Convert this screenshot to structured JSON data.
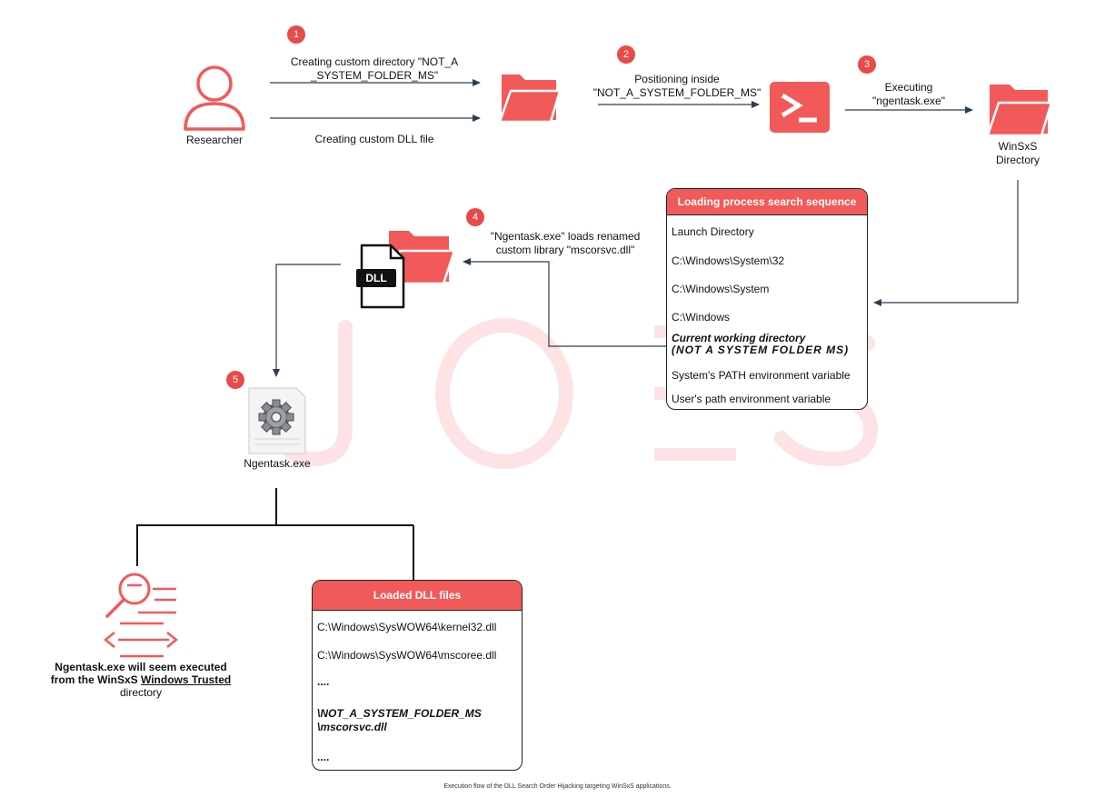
{
  "colors": {
    "accent": "#f25a5a",
    "badge": "#e84a4a",
    "line": "#2c3e50",
    "watermark": "#fde3e3"
  },
  "watermark": {
    "letters": [
      "J",
      "O",
      "E",
      "S"
    ]
  },
  "steps": [
    {
      "number": "1"
    },
    {
      "number": "2"
    },
    {
      "number": "3"
    },
    {
      "number": "4"
    },
    {
      "number": "5"
    }
  ],
  "researcher": {
    "label": "Researcher",
    "icon": "user-icon"
  },
  "step1": {
    "line1": "Creating custom directory \"NOT_A",
    "line2": "_SYSTEM_FOLDER_MS\"",
    "dll_label": "Creating custom DLL file"
  },
  "step2": {
    "line1": "Positioning inside",
    "line2": "\"NOT_A_SYSTEM_FOLDER_MS\""
  },
  "step3": {
    "line1": "Executing",
    "line2": "\"ngentask.exe\""
  },
  "winsxs": {
    "line1": "WinSxS",
    "line2": "Directory",
    "icon": "folder-icon"
  },
  "search_sequence": {
    "title": "Loading process search sequence",
    "rows": [
      "Launch Directory",
      "C:\\Windows\\System\\32",
      "C:\\Windows\\System",
      "C:\\Windows",
      "System's PATH environment variable",
      "User's path environment variable"
    ],
    "highlight_line1": "Current working directory",
    "highlight_line2": "(NOT A SYSTEM FOLDER MS)"
  },
  "step4": {
    "line1": "\"Ngentask.exe\" loads renamed",
    "line2": "custom library \"mscorsvc.dll\""
  },
  "dll_icon": {
    "label": "DLL"
  },
  "ngentask": {
    "label": "Ngentask.exe",
    "icon": "gear-icon"
  },
  "result": {
    "line1": "Ngentask.exe will seem executed",
    "line2_prefix": "from the WinSxS ",
    "line2_underlined": "Windows Trusted",
    "line3": "directory",
    "icon": "search-document-icon"
  },
  "loaded_dlls": {
    "title": "Loaded DLL files",
    "rows": [
      "C:\\Windows\\SysWOW64\\kernel32.dll",
      "C:\\Windows\\SysWOW64\\mscoree.dll",
      "....",
      "\\NOT_A_SYSTEM_FOLDER_MS",
      "\\mscorsvc.dll",
      "...."
    ]
  },
  "caption": "Execution flow of the DLL Search Order Hijacking targeting WinSxS applications."
}
